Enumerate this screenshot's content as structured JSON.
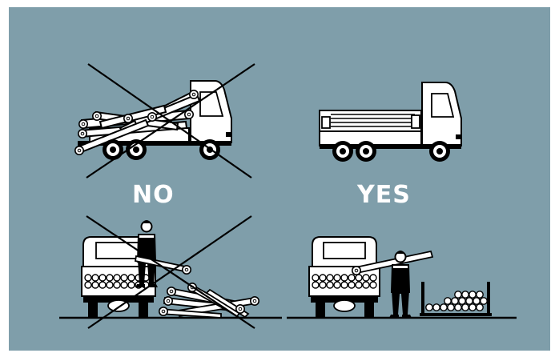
{
  "colors": {
    "background_panel": "#7f9eaa",
    "frame": "#ffffff",
    "line": "#000000",
    "fill": "#ffffff"
  },
  "labels": {
    "wrong": "NO",
    "right": "YES"
  },
  "icons": [
    "truck",
    "pipe-bundle",
    "worker",
    "cross-out",
    "pipe-rack"
  ]
}
